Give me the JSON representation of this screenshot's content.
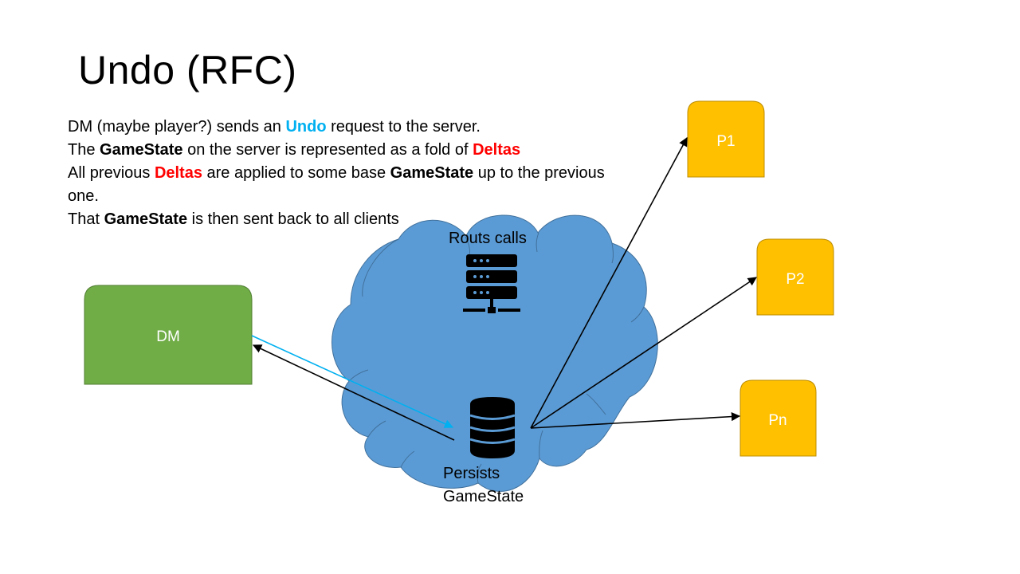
{
  "slide": {
    "title": "Undo (RFC)",
    "text": {
      "line1": {
        "a": "DM (maybe player?) sends an ",
        "undo": "Undo",
        "b": " request to the server."
      },
      "line2": {
        "a": "The ",
        "gamestate": "GameState",
        "b": " on the server is represented as a fold of ",
        "deltas": "Deltas"
      },
      "line3": {
        "a": "All previous ",
        "deltas": "Deltas",
        "b": " are applied to some base ",
        "gamestate": "GameState",
        "c": " up to the previous"
      },
      "line4": {
        "a": "one."
      },
      "line5": {
        "a": "That ",
        "gamestate": "GameState",
        "b": " is then sent back to all clients"
      }
    }
  },
  "diagram": {
    "cloud": {
      "top_label": "Routs calls",
      "bottom_label_line1": "Persists",
      "bottom_label_line2": "GameState"
    },
    "nodes": {
      "dm": "DM",
      "p1": "P1",
      "p2": "P2",
      "pn": "Pn"
    },
    "icons": {
      "server": "server-rack-icon",
      "database": "database-icon"
    },
    "colors": {
      "cloud_fill": "#5b9bd5",
      "cloud_stroke": "#41719c",
      "dm_fill": "#70ad47",
      "player_fill": "#ffc000",
      "undo_arrow": "#00b0f0",
      "response_arrow": "#000000",
      "undo_text": "#00b0f0",
      "delta_text": "#ff0000"
    }
  }
}
